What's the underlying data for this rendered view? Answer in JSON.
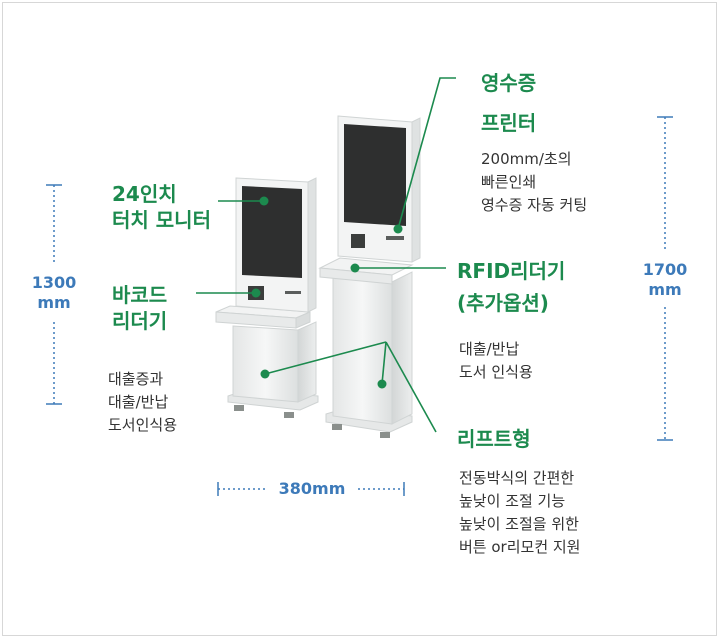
{
  "labels": {
    "monitor": {
      "line1": "24인치",
      "line2": "터치 모니터"
    },
    "barcode": {
      "line1": "바코드",
      "line2": "리더기"
    },
    "barcode_desc": [
      "대출증과",
      "대출/반납",
      "도서인식용"
    ],
    "receipt": {
      "line1": "영수증",
      "line2": "프린터"
    },
    "receipt_desc": [
      "200mm/초의",
      "빠른인쇄",
      "영수증 자동 커팅"
    ],
    "rfid": {
      "line1": "RFID리더기",
      "line2": "(추가옵션)"
    },
    "rfid_desc": [
      "대출/반납",
      "도서 인식용"
    ],
    "lift": {
      "title": "리프트형"
    },
    "lift_desc": [
      "전동박식의 간편한",
      "높낮이 조절 기능",
      "높낮이 조절을 위한",
      "버튼 or리모컨 지원"
    ]
  },
  "dimensions": {
    "height_small": {
      "line1": "1300",
      "line2": "mm"
    },
    "height_large": {
      "line1": "1700",
      "line2": "mm"
    },
    "width": "380mm"
  },
  "colors": {
    "accent_green": "#1c8a4e",
    "dimension_blue": "#3d7ab9",
    "text_gray": "#333333"
  }
}
